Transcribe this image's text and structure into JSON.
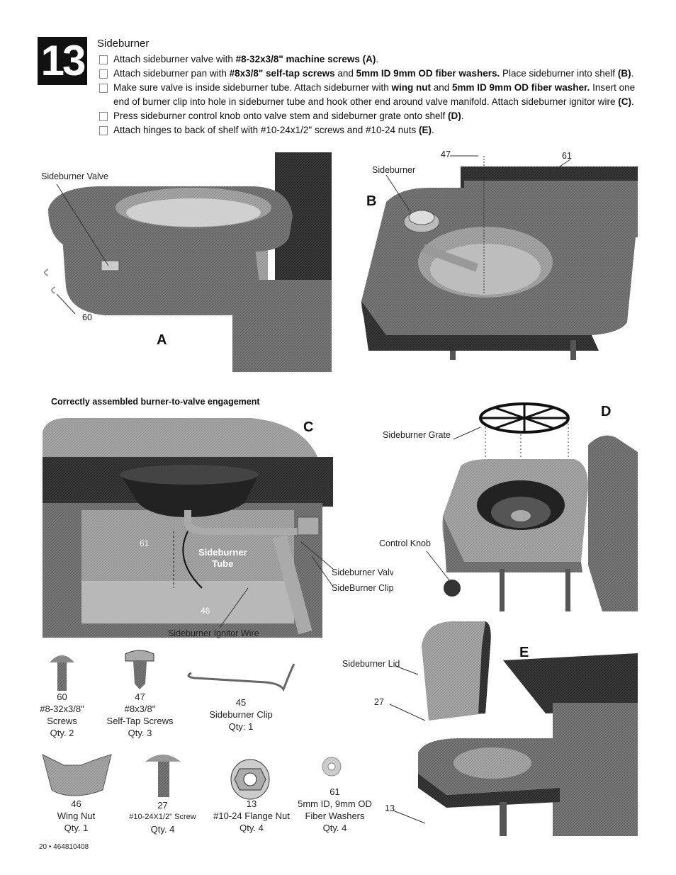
{
  "step": {
    "number": "13",
    "title": "Sideburner",
    "instructions": [
      [
        {
          "t": "Attach sideburner valve with "
        },
        {
          "t": "#8-32x3/8\" machine screws (A)",
          "b": true
        },
        {
          "t": "."
        }
      ],
      [
        {
          "t": "Attach sideburner pan with "
        },
        {
          "t": "#8x3/8\" self-tap screws",
          "b": true
        },
        {
          "t": " and "
        },
        {
          "t": "5mm ID 9mm OD fiber washers.",
          "b": true
        },
        {
          "t": " Place sideburner into shelf "
        },
        {
          "t": "(B)",
          "b": true
        },
        {
          "t": "."
        }
      ],
      [
        {
          "t": "Make sure valve is inside sideburner tube. Attach sideburner with "
        },
        {
          "t": "wing nut",
          "b": true
        },
        {
          "t": " and "
        },
        {
          "t": "5mm ID 9mm OD fiber washer.",
          "b": true
        },
        {
          "t": " Insert one end of burner clip into hole in sideburner tube and hook other end around valve manifold. Attach sideburner ignitor wire "
        },
        {
          "t": "(C)",
          "b": true
        },
        {
          "t": "."
        }
      ],
      [
        {
          "t": "Press sideburner control knob onto valve stem and sideburner grate onto shelf "
        },
        {
          "t": "(D)",
          "b": true
        },
        {
          "t": "."
        }
      ],
      [
        {
          "t": "Attach hinges to back of shelf with #10-24x1/2\" screws and #10-24 nuts "
        },
        {
          "t": "(E)",
          "b": true
        },
        {
          "t": "."
        }
      ]
    ]
  },
  "figures": {
    "a": {
      "letter": "A",
      "label_valve": "Sideburner Valve",
      "callout_60": "60"
    },
    "b": {
      "letter": "B",
      "label_sideburner": "Sideburner",
      "callout_47": "47",
      "callout_61": "61"
    },
    "c": {
      "heading": "Correctly assembled burner-to-valve engagement",
      "letter": "C",
      "label_valve": "Sideburner Valve",
      "label_clip": "SideBurner Clip",
      "label_wire": "Sideburner Ignitor Wire",
      "tube_text_1": "Sideburner",
      "tube_text_2": "Tube",
      "callout_61": "61",
      "callout_46": "46"
    },
    "d": {
      "letter": "D",
      "label_grate": "Sideburner Grate",
      "label_knob": "Control Knob"
    },
    "e": {
      "letter": "E",
      "label_lid": "Sideburner Lid",
      "callout_27": "27",
      "callout_13": "13"
    }
  },
  "parts": [
    {
      "num": "60",
      "l1": "#8-32x3/8\"",
      "l2": "Screws",
      "qty": "Qty. 2"
    },
    {
      "num": "47",
      "l1": "#8x3/8\"",
      "l2": "Self-Tap Screws",
      "qty": "Qty. 3"
    },
    {
      "num": "45",
      "l1": "Sideburner Clip",
      "l2": "",
      "qty": "Qty: 1"
    },
    {
      "num": "46",
      "l1": "Wing Nut",
      "l2": "",
      "qty": "Qty. 1"
    },
    {
      "num": "27",
      "l1": "#10-24X1/2\" Screw",
      "l2": "",
      "qty": "Qty. 4"
    },
    {
      "num": "13",
      "l1": "#10-24 Flange Nut",
      "l2": "",
      "qty": "Qty. 4"
    },
    {
      "num": "61",
      "l1": "5mm ID, 9mm OD",
      "l2": "Fiber Washers",
      "qty": "Qty. 4"
    }
  ],
  "footer": "20 • 464810408"
}
